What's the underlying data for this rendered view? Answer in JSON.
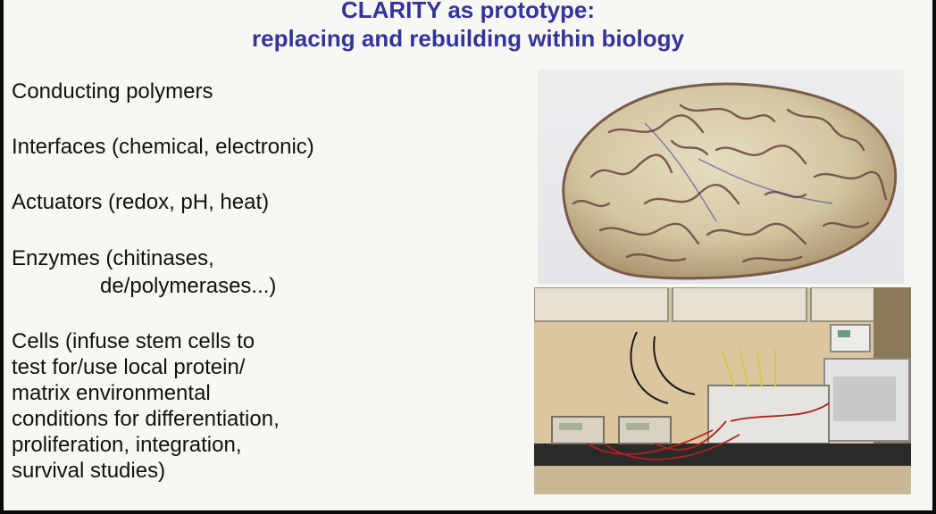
{
  "slide": {
    "title_line1": "CLARITY as prototype:",
    "title_line2": "replacing and rebuilding within biology",
    "bullets": [
      {
        "lines": [
          "Conducting polymers"
        ]
      },
      {
        "lines": [
          "Interfaces (chemical, electronic)"
        ]
      },
      {
        "lines": [
          "Actuators (redox, pH, heat)"
        ]
      },
      {
        "lines": [
          "Enzymes (chitinases,",
          "        de/polymerases...)"
        ]
      },
      {
        "lines": [
          "Cells (infuse stem cells to",
          "test for/use local protein/",
          "matrix environmental",
          "conditions for differentiation,",
          "proliferation, integration,",
          "survival studies)"
        ]
      }
    ]
  },
  "colors": {
    "title": "#34349a",
    "text": "#111111",
    "background": "#f7f7f4"
  },
  "images": {
    "brain": "brain-photo",
    "lab": "lab-setup-photo"
  }
}
